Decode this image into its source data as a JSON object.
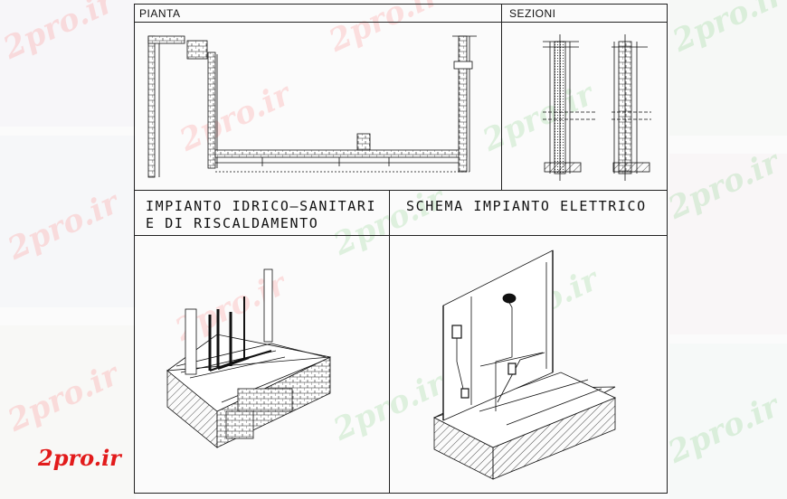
{
  "labels": {
    "pianta": "PIANTA",
    "sezioni": "SEZIONI",
    "idrico_line1": "IMPIANTO IDRICO—SANITARI",
    "idrico_line2": "E DI RISCALDAMENTO",
    "elettrico": "SCHEMA IMPIANTO ELETTRICO"
  },
  "watermark": {
    "text": "2pro.ir",
    "logo": "2pro.ir",
    "logo_color": "#e21b1b"
  },
  "colors": {
    "frame": "#222222",
    "drawing": "#111111",
    "wall_fill": "#666666"
  }
}
